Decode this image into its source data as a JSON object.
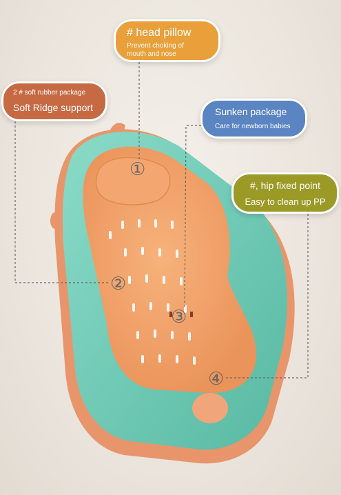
{
  "callouts": {
    "head_pillow": {
      "title": "# head pillow",
      "subtitle_line1": "Prevent choking of",
      "subtitle_line2": "mouth and nose",
      "color": "#e9a03a"
    },
    "soft_ridge": {
      "subtitle": "2 # soft rubber package",
      "title": "Soft Ridge support",
      "color": "#c76a43"
    },
    "sunken": {
      "title": "Sunken package",
      "subtitle": "Care for newborn babies",
      "color": "#5b84c2"
    },
    "hip": {
      "title": "#, hip fixed point",
      "subtitle": "Easy to clean up PP",
      "color": "#9c9a27"
    }
  },
  "markers": [
    "①",
    "②",
    "③",
    "④"
  ],
  "product_colors": {
    "tub": "#6fcfb9",
    "tub_shadow": "#58b5a0",
    "seat": "#f2a46a",
    "base": "#e8956b"
  }
}
